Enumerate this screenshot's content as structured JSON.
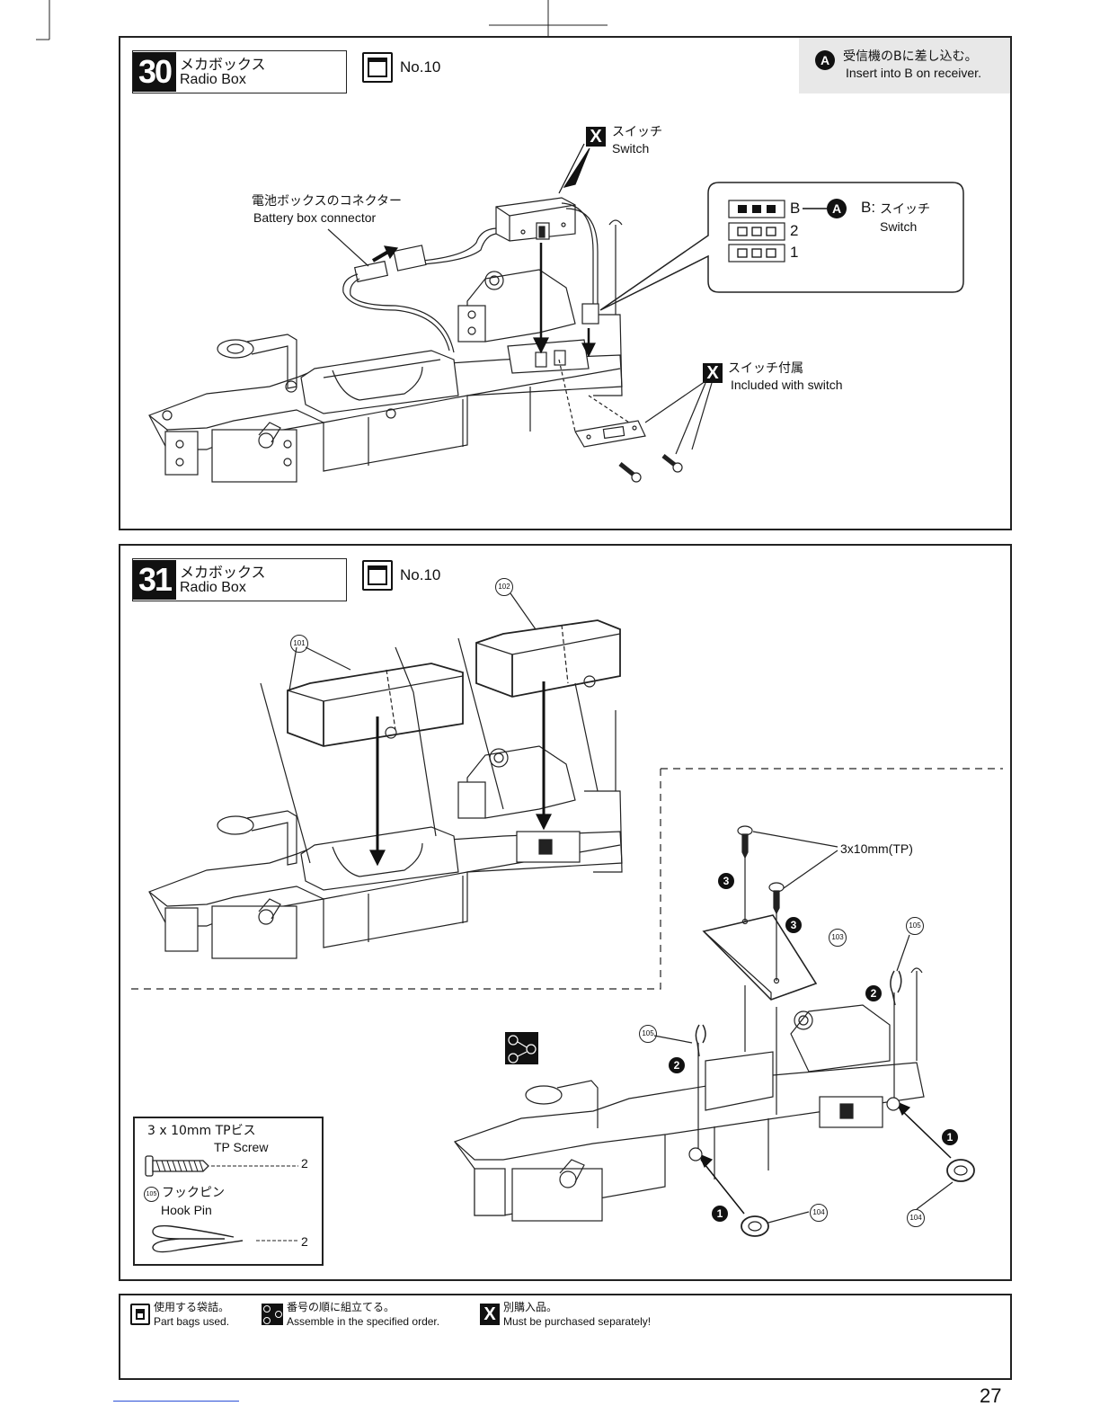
{
  "step30": {
    "number": "30",
    "title_jp": "メカボックス",
    "title_en": "Radio Box",
    "bag": "No.10",
    "note": {
      "badge": "A",
      "jp": "受信機のBに差し込む。",
      "en": "Insert into B on receiver."
    },
    "labels": {
      "switch_badge": "X",
      "switch_jp": "スイッチ",
      "switch_en": "Switch",
      "battery_jp": "電池ボックスのコネクター",
      "battery_en": "Battery box connector",
      "included_badge": "X",
      "included_jp": "スイッチ付属",
      "included_en": "Included with switch"
    },
    "receiver": {
      "channels": [
        "B",
        "2",
        "1"
      ],
      "badge": "A",
      "b_label": "B:",
      "b_jp": "スイッチ",
      "b_en": "Switch"
    }
  },
  "step31": {
    "number": "31",
    "title_jp": "メカボックス",
    "title_en": "Radio Box",
    "bag": "No.10",
    "parts": {
      "p101": "101",
      "p102": "102",
      "p103": "103",
      "p104a": "104",
      "p104b": "104",
      "p105a": "105",
      "p105b": "105"
    },
    "screw_label": "3x10mm(TP)",
    "seq": {
      "s1a": "1",
      "s1b": "1",
      "s2a": "2",
      "s2b": "2",
      "s3a": "3",
      "s3b": "3"
    },
    "parts_list": {
      "tp_title": "3 x 10mm  TPビス",
      "tp_en": "TP Screw",
      "tp_qty": "2",
      "pin_num": "105",
      "pin_jp": "フックピン",
      "pin_en": "Hook Pin",
      "pin_qty": "2"
    }
  },
  "legend": {
    "bag_jp": "使用する袋詰。",
    "bag_en": "Part bags used.",
    "order_jp": "番号の順に組立てる。",
    "order_en": "Assemble in the specified order.",
    "x_badge": "X",
    "x_jp": "別購入品。",
    "x_en": "Must be purchased separately!"
  },
  "page_number": "27"
}
